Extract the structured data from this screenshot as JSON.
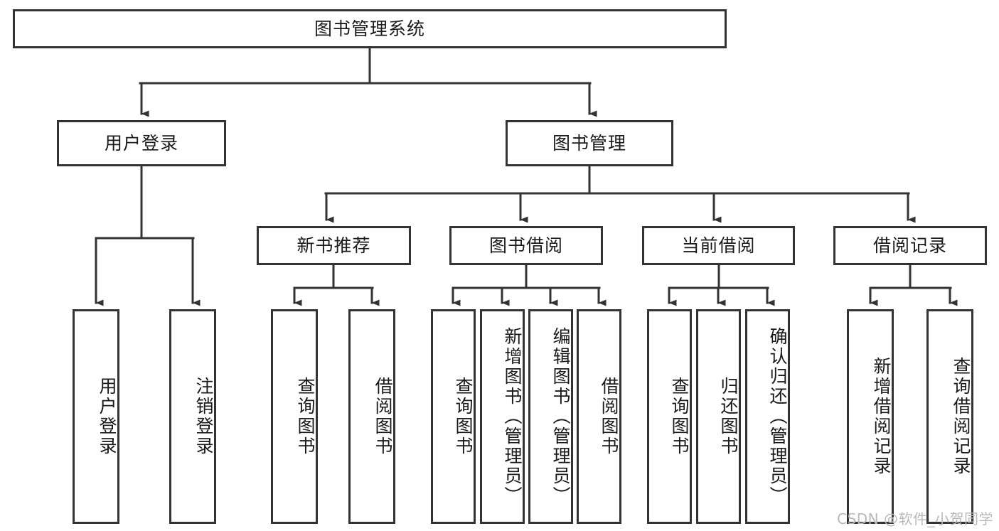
{
  "diagram": {
    "title": "图书管理系统",
    "type": "tree-hierarchy",
    "root": {
      "label": "图书管理系统"
    },
    "level1": [
      {
        "label": "用户登录"
      },
      {
        "label": "图书管理"
      }
    ],
    "level2": [
      {
        "label": "新书推荐"
      },
      {
        "label": "图书借阅"
      },
      {
        "label": "当前借阅"
      },
      {
        "label": "借阅记录"
      }
    ],
    "leaves": {
      "user_login": [
        {
          "label": "用户登录"
        },
        {
          "label": "注销登录"
        }
      ],
      "new_book_recommend": [
        {
          "label": "查询图书"
        },
        {
          "label": "借阅图书"
        }
      ],
      "book_borrow": [
        {
          "label": "查询图书"
        },
        {
          "label": "新增图书（管理员）"
        },
        {
          "label": "编辑图书（管理员）"
        },
        {
          "label": "借阅图书"
        }
      ],
      "current_borrow": [
        {
          "label": "查询图书"
        },
        {
          "label": "归还图书"
        },
        {
          "label": "确认归还（管理员）"
        }
      ],
      "borrow_record": [
        {
          "label": "新增借阅记录"
        },
        {
          "label": "查询借阅记录"
        }
      ]
    }
  },
  "watermark": {
    "text": "CSDN @软件_小贺同学"
  },
  "colors": {
    "border": "#333333",
    "text": "#1a1a1a",
    "background": "#ffffff",
    "watermark": "#b9b9b9"
  }
}
